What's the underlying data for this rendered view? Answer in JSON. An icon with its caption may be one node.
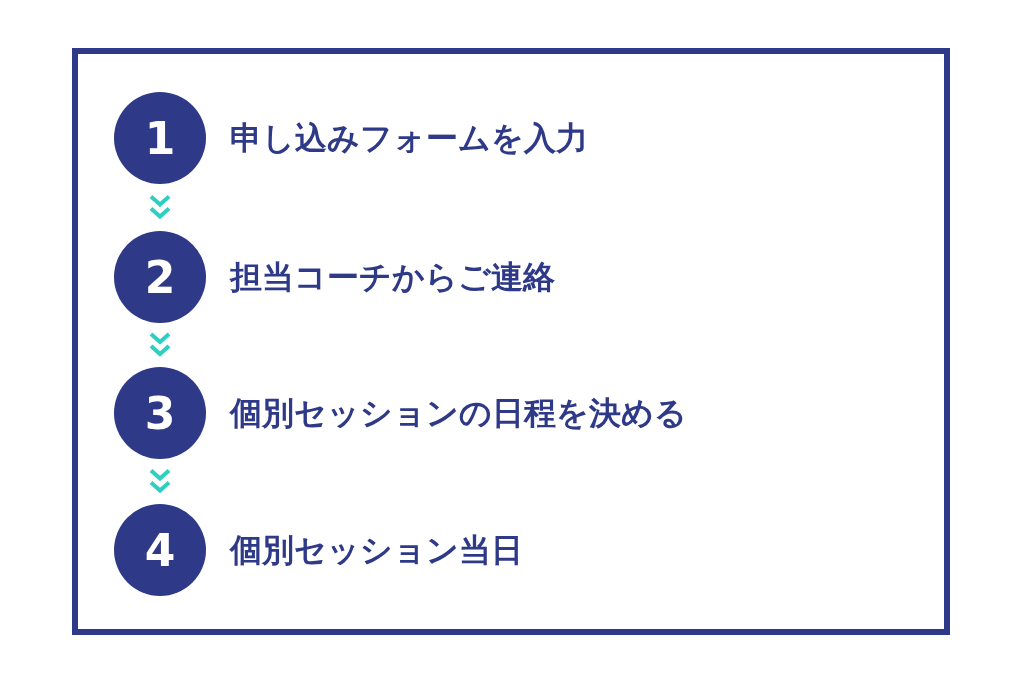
{
  "diagram": {
    "nodes": [
      {
        "text": [
          "1"
        ],
        "beside": [
          "申し込みフォームを入力"
        ]
      },
      {
        "text": [
          "2"
        ],
        "beside": [
          "担当コーチからご連絡"
        ]
      },
      {
        "text": [
          "3"
        ],
        "beside": [
          "個別セッションの日程を決める"
        ]
      },
      {
        "text": [
          "4"
        ],
        "beside": [
          "個別セッション当日"
        ]
      }
    ],
    "edges": [
      {
        "from": 0,
        "to": 1,
        "arrow": "to"
      },
      {
        "from": 1,
        "to": 2,
        "arrow": "to"
      },
      {
        "from": 2,
        "to": 3,
        "arrow": "to"
      }
    ]
  }
}
